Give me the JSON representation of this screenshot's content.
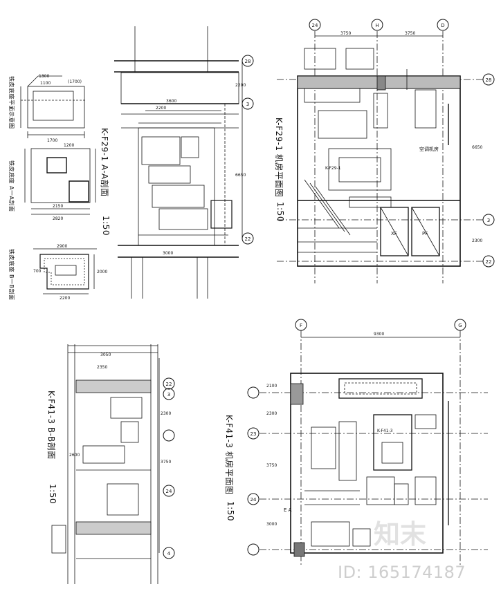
{
  "titles": {
    "aa_section": "K-F29-1 A-A剖面",
    "aa_scale": "1:50",
    "f29_plan": "K-F29-1 机房平面图",
    "f29_scale": "1:50",
    "bb_section": "K-F41-3 B-B剖面",
    "bb_scale": "1:50",
    "f41_plan": "K-F41-3 机房平面图",
    "f41_scale": "1:50",
    "base_plan": "铁皮底座平面示意图",
    "base_a": "铁皮底座 A一A剖面",
    "base_b": "铁皮底座 B一B剖面"
  },
  "axes": {
    "plan1_top": [
      "24",
      "H",
      "D"
    ],
    "plan1_right": [
      "28",
      "3",
      "22"
    ],
    "plan2_top": [
      "F",
      "G"
    ],
    "plan2_left": [
      "23",
      "24"
    ],
    "sec1_right": [
      "28",
      "3",
      "22"
    ],
    "sec2_right": [
      "22",
      "3",
      "24",
      "4"
    ]
  },
  "dims": {
    "plan1_top": [
      "3750",
      "3750"
    ],
    "plan1_right": [
      "6650",
      "2300"
    ],
    "plan2_top": "9300",
    "plan2_right": [
      "2100",
      "2300",
      "3750",
      "3000"
    ],
    "sec1": [
      "2200",
      "3600",
      "6650",
      "2200",
      "3000"
    ],
    "sec2": [
      "3050",
      "2350",
      "2600",
      "2300",
      "3750"
    ],
    "base1": [
      "1300",
      "1100",
      "1700",
      "(1700)"
    ],
    "base2": [
      "1200",
      "2150",
      "2820"
    ],
    "base3": [
      "2900",
      "700",
      "2000",
      "2200"
    ]
  },
  "labels": {
    "fan_room": "空调机房",
    "xf": "XF",
    "pf": "PF",
    "ea": "E A",
    "equip1": "K-F29-1",
    "equip2": "K-F41-3"
  },
  "watermark": {
    "id": "ID: 165174187",
    "logo": "知末"
  }
}
